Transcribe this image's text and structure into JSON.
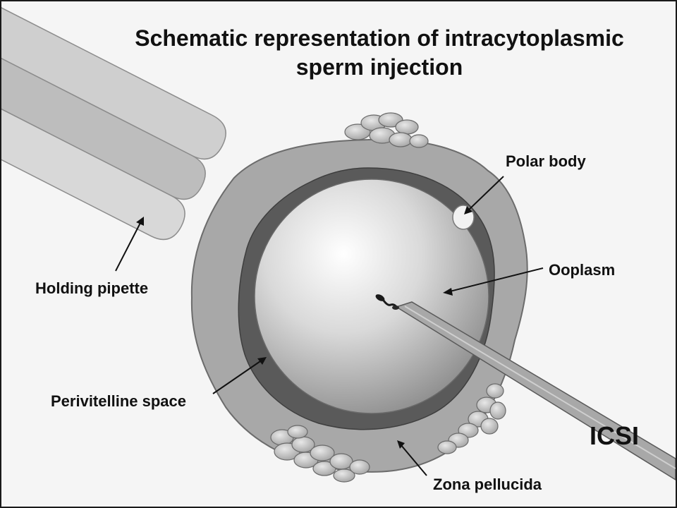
{
  "diagram": {
    "title_line1": "Schematic representation of intracytoplasmic",
    "title_line2": "sperm injection",
    "labels": {
      "polar_body": "Polar body",
      "ooplasm": "Ooplasm",
      "holding_pipette": "Holding pipette",
      "perivitelline_space": "Perivitelline space",
      "icsi": "ICSI",
      "zona_pellucida": "Zona pellucida"
    }
  }
}
